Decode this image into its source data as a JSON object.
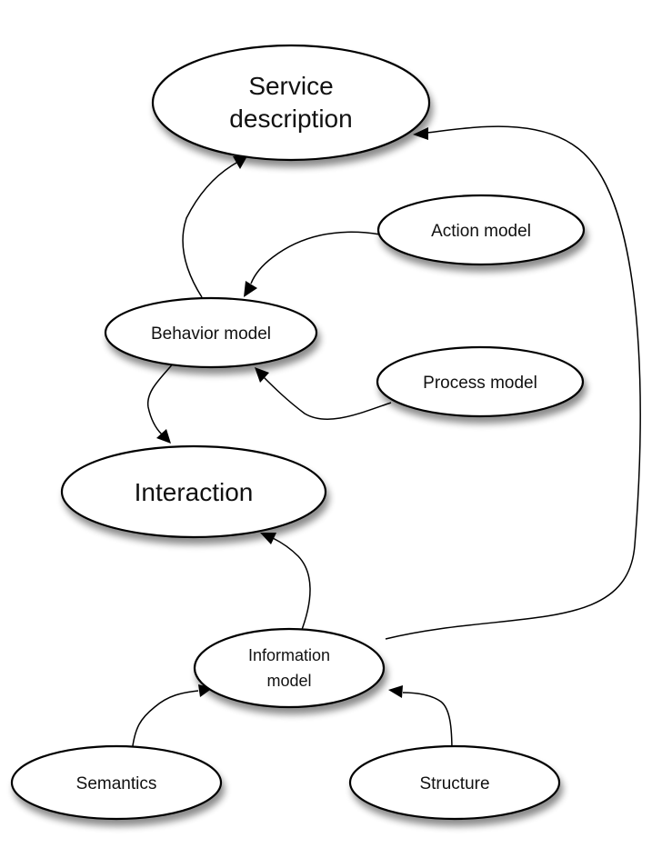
{
  "nodes": {
    "service_description": {
      "lines": [
        "Service",
        "description"
      ]
    },
    "action_model": {
      "lines": [
        "Action model"
      ]
    },
    "behavior_model": {
      "lines": [
        "Behavior model"
      ]
    },
    "process_model": {
      "lines": [
        "Process model"
      ]
    },
    "interaction": {
      "lines": [
        "Interaction"
      ]
    },
    "information_model": {
      "lines": [
        "Information",
        "model"
      ]
    },
    "semantics": {
      "lines": [
        "Semantics"
      ]
    },
    "structure": {
      "lines": [
        "Structure"
      ]
    }
  },
  "edges": [
    {
      "from": "behavior_model",
      "to": "service_description"
    },
    {
      "from": "action_model",
      "to": "behavior_model"
    },
    {
      "from": "process_model",
      "to": "behavior_model"
    },
    {
      "from": "behavior_model",
      "to": "interaction"
    },
    {
      "from": "information_model",
      "to": "interaction"
    },
    {
      "from": "information_model",
      "to": "service_description"
    },
    {
      "from": "semantics",
      "to": "information_model"
    },
    {
      "from": "structure",
      "to": "information_model"
    }
  ],
  "colors": {
    "stroke": "#000000",
    "fill": "#ffffff",
    "text": "#111111",
    "shadow": "#9a9a9a"
  }
}
